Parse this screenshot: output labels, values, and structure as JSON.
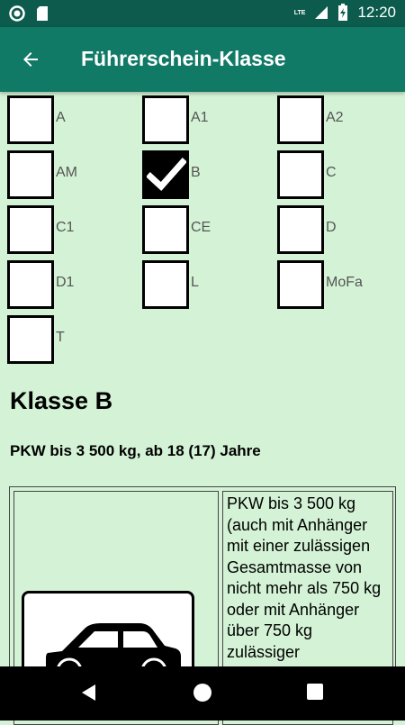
{
  "status_bar": {
    "time": "12:20",
    "network_label": "LTE",
    "icons": [
      "notification-circle-icon",
      "sd-card-icon",
      "signal-icon",
      "battery-charging-icon"
    ]
  },
  "toolbar": {
    "title": "Führerschein-Klasse",
    "back_icon": "arrow-back-icon"
  },
  "license_classes": [
    {
      "label": "A",
      "checked": false
    },
    {
      "label": "A1",
      "checked": false
    },
    {
      "label": "A2",
      "checked": false
    },
    {
      "label": "AM",
      "checked": false
    },
    {
      "label": "B",
      "checked": true
    },
    {
      "label": "C",
      "checked": false
    },
    {
      "label": "C1",
      "checked": false
    },
    {
      "label": "CE",
      "checked": false
    },
    {
      "label": "D",
      "checked": false
    },
    {
      "label": "D1",
      "checked": false
    },
    {
      "label": "L",
      "checked": false
    },
    {
      "label": "MoFa",
      "checked": false
    },
    {
      "label": "T",
      "checked": false
    }
  ],
  "detail": {
    "title": "Klasse B",
    "subtitle": "PKW bis 3 500 kg, ab 18 (17) Jahre",
    "image_icon": "car-sign-icon",
    "description": "PKW bis 3 500 kg (auch mit Anhänger mit einer zulässigen Gesamtmasse von nicht mehr als 750 kg oder mit Anhänger über 750 kg zulässiger"
  },
  "nav_bar": {
    "icons": [
      "back-triangle-icon",
      "home-circle-icon",
      "recents-square-icon"
    ]
  },
  "colors": {
    "status_bar": "#0c5b4d",
    "toolbar": "#107a67",
    "background": "#d4f3d6"
  }
}
